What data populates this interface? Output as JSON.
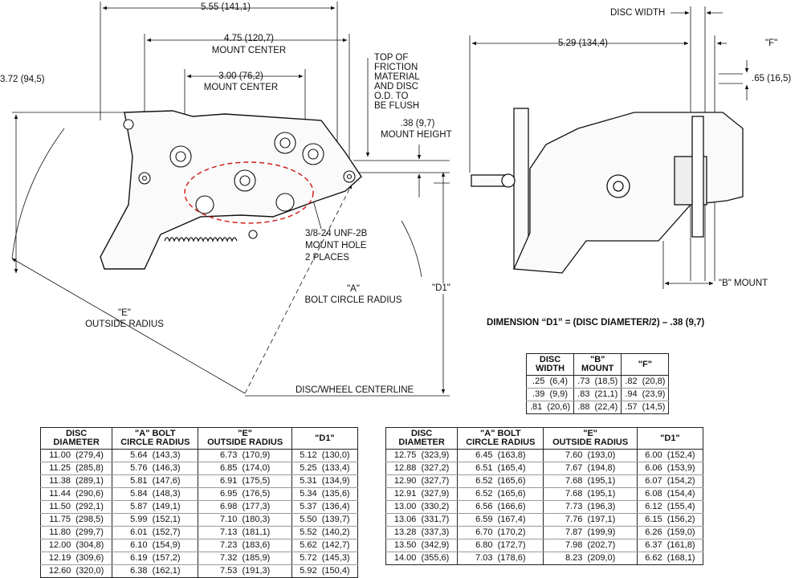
{
  "dims": {
    "overall": "5.55 (141,1)",
    "mount_center_outer": "4.75 (120,7)",
    "mount_center_outer_label": "MOUNT CENTER",
    "mount_center_inner": "3.00 (76,2)",
    "mount_center_inner_label": "MOUNT CENTER",
    "height": "3.72 (94,5)",
    "mount_height": ".38 (9,7)",
    "mount_height_label": "MOUNT HEIGHT",
    "top_friction": [
      "TOP OF",
      "FRICTION",
      "MATERIAL",
      "AND DISC",
      "O.D. TO",
      "BE FLUSH"
    ],
    "mount_hole": [
      "3/8-24 UNF-2B",
      "MOUNT HOLE",
      "2 PLACES"
    ],
    "a_label": [
      "\"A\"",
      "BOLT CIRCLE RADIUS"
    ],
    "e_label": [
      "\"E\"",
      "OUTSIDE RADIUS"
    ],
    "d1_label": "\"D1\"",
    "centerline": "DISC/WHEEL CENTERLINE",
    "side_width": "5.29 (134,4)",
    "disc_width_label": "DISC WIDTH",
    "f_label": "\"F\"",
    "f_dim": ".65 (16,5)",
    "b_mount_label": "\"B\" MOUNT"
  },
  "formula": "DIMENSION “D1” = (DISC DIAMETER/2) – .38 (9,7)",
  "small_table": {
    "headers": [
      "DISC\nWIDTH",
      "\"B\"\nMOUNT",
      "\"F\""
    ],
    "rows": [
      [
        ".25  (6,4)",
        ".73  (18,5)",
        ".82  (20,8)"
      ],
      [
        ".39  (9,9)",
        ".83  (21,1)",
        ".94  (23,9)"
      ],
      [
        ".81  (20,6)",
        ".88  (22,4)",
        ".57  (14,5)"
      ]
    ]
  },
  "table_left": {
    "headers": [
      "DISC\nDIAMETER",
      "\"A\" BOLT\nCIRCLE RADIUS",
      "\"E\"\nOUTSIDE RADIUS",
      "\"D1\""
    ],
    "rows": [
      [
        "11.00  (279,4)",
        "5.64  (143,3)",
        "6.73  (170,9)",
        "5.12  (130,0)"
      ],
      [
        "11.25  (285,8)",
        "5.76  (146,3)",
        "6.85  (174,0)",
        "5.25  (133,4)"
      ],
      [
        "11.38  (289,1)",
        "5.81  (147,6)",
        "6.91  (175,5)",
        "5.31  (134,9)"
      ],
      [
        "11.44  (290,6)",
        "5.84  (148,3)",
        "6.95  (176,5)",
        "5.34  (135,6)"
      ],
      [
        "11.50  (292,1)",
        "5.87  (149,1)",
        "6.98  (177,3)",
        "5.37  (136,4)"
      ],
      [
        "11.75  (298,5)",
        "5.99  (152,1)",
        "7.10  (180,3)",
        "5.50  (139,7)"
      ],
      [
        "11.80  (299,7)",
        "6.01  (152,7)",
        "7.13  (181,1)",
        "5.52  (140,2)"
      ],
      [
        "12.00  (304,8)",
        "6.10  (154,9)",
        "7.23  (183,6)",
        "5.62  (142,7)"
      ],
      [
        "12.19  (309,6)",
        "6.19  (157,2)",
        "7.32  (185,9)",
        "5.72  (145,3)"
      ],
      [
        "12.60  (320,0)",
        "6.38  (162,1)",
        "7.53  (191,3)",
        "5.92  (150,4)"
      ]
    ]
  },
  "table_right": {
    "headers": [
      "DISC\nDIAMETER",
      "\"A\" BOLT\nCIRCLE RADIUS",
      "\"E\"\nOUTSIDE RADIUS",
      "\"D1\""
    ],
    "rows": [
      [
        "12.75  (323,9)",
        "6.45  (163,8)",
        "7.60  (193,0)",
        "6.00  (152,4)"
      ],
      [
        "12.88  (327,2)",
        "6.51  (165,4)",
        "7.67  (194,8)",
        "6.06  (153,9)"
      ],
      [
        "12.90  (327,7)",
        "6.52  (165,6)",
        "7.68  (195,1)",
        "6.07  (154,2)"
      ],
      [
        "12.91  (327,9)",
        "6.52  (165,6)",
        "7.68  (195,1)",
        "6.08  (154,4)"
      ],
      [
        "13.00  (330,2)",
        "6.56  (166,6)",
        "7.73  (196,3)",
        "6.12  (155,4)"
      ],
      [
        "13.06  (331,7)",
        "6.59  (167,4)",
        "7.76  (197,1)",
        "6.15  (156,2)"
      ],
      [
        "13.28  (337,3)",
        "6.70  (170,2)",
        "7.87  (199,9)",
        "6.26  (159,0)"
      ],
      [
        "13.50  (342,9)",
        "6.80  (172,7)",
        "7.98  (202,7)",
        "6.37  (161,8)"
      ],
      [
        "14.00  (355,6)",
        "7.03  (178,6)",
        "8.23  (209,0)",
        "6.62  (168,1)"
      ]
    ]
  },
  "colors": {
    "ink": "#111111",
    "bolt_circle": "#d22020"
  }
}
